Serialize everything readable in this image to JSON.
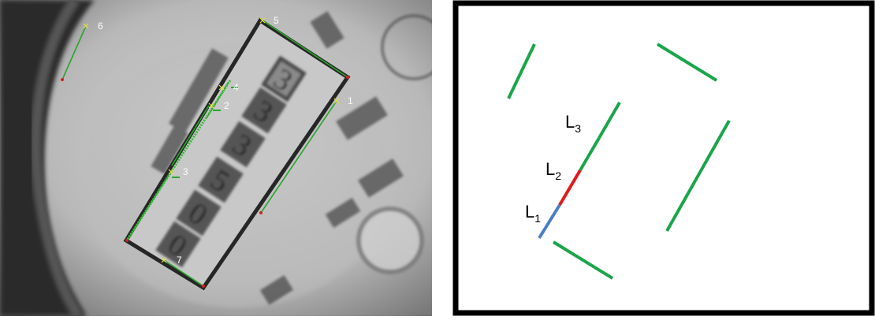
{
  "left_panel": {
    "line_labels": [
      "1",
      "2",
      "3",
      "4",
      "5",
      "6",
      "7"
    ],
    "meter_digits": [
      "0",
      "0",
      "5",
      "3",
      "3",
      "3"
    ],
    "line_color": "#2aa52a",
    "endpoint_color": "#e0e040",
    "endpoint_red": "#cc2222"
  },
  "right_panel": {
    "segment_labels": [
      {
        "base": "L",
        "sub": "1"
      },
      {
        "base": "L",
        "sub": "2"
      },
      {
        "base": "L",
        "sub": "3"
      }
    ],
    "colors": {
      "green": "#1aa54a",
      "red": "#e01b1b",
      "blue": "#4a7fc4",
      "frame": "#000000"
    }
  }
}
